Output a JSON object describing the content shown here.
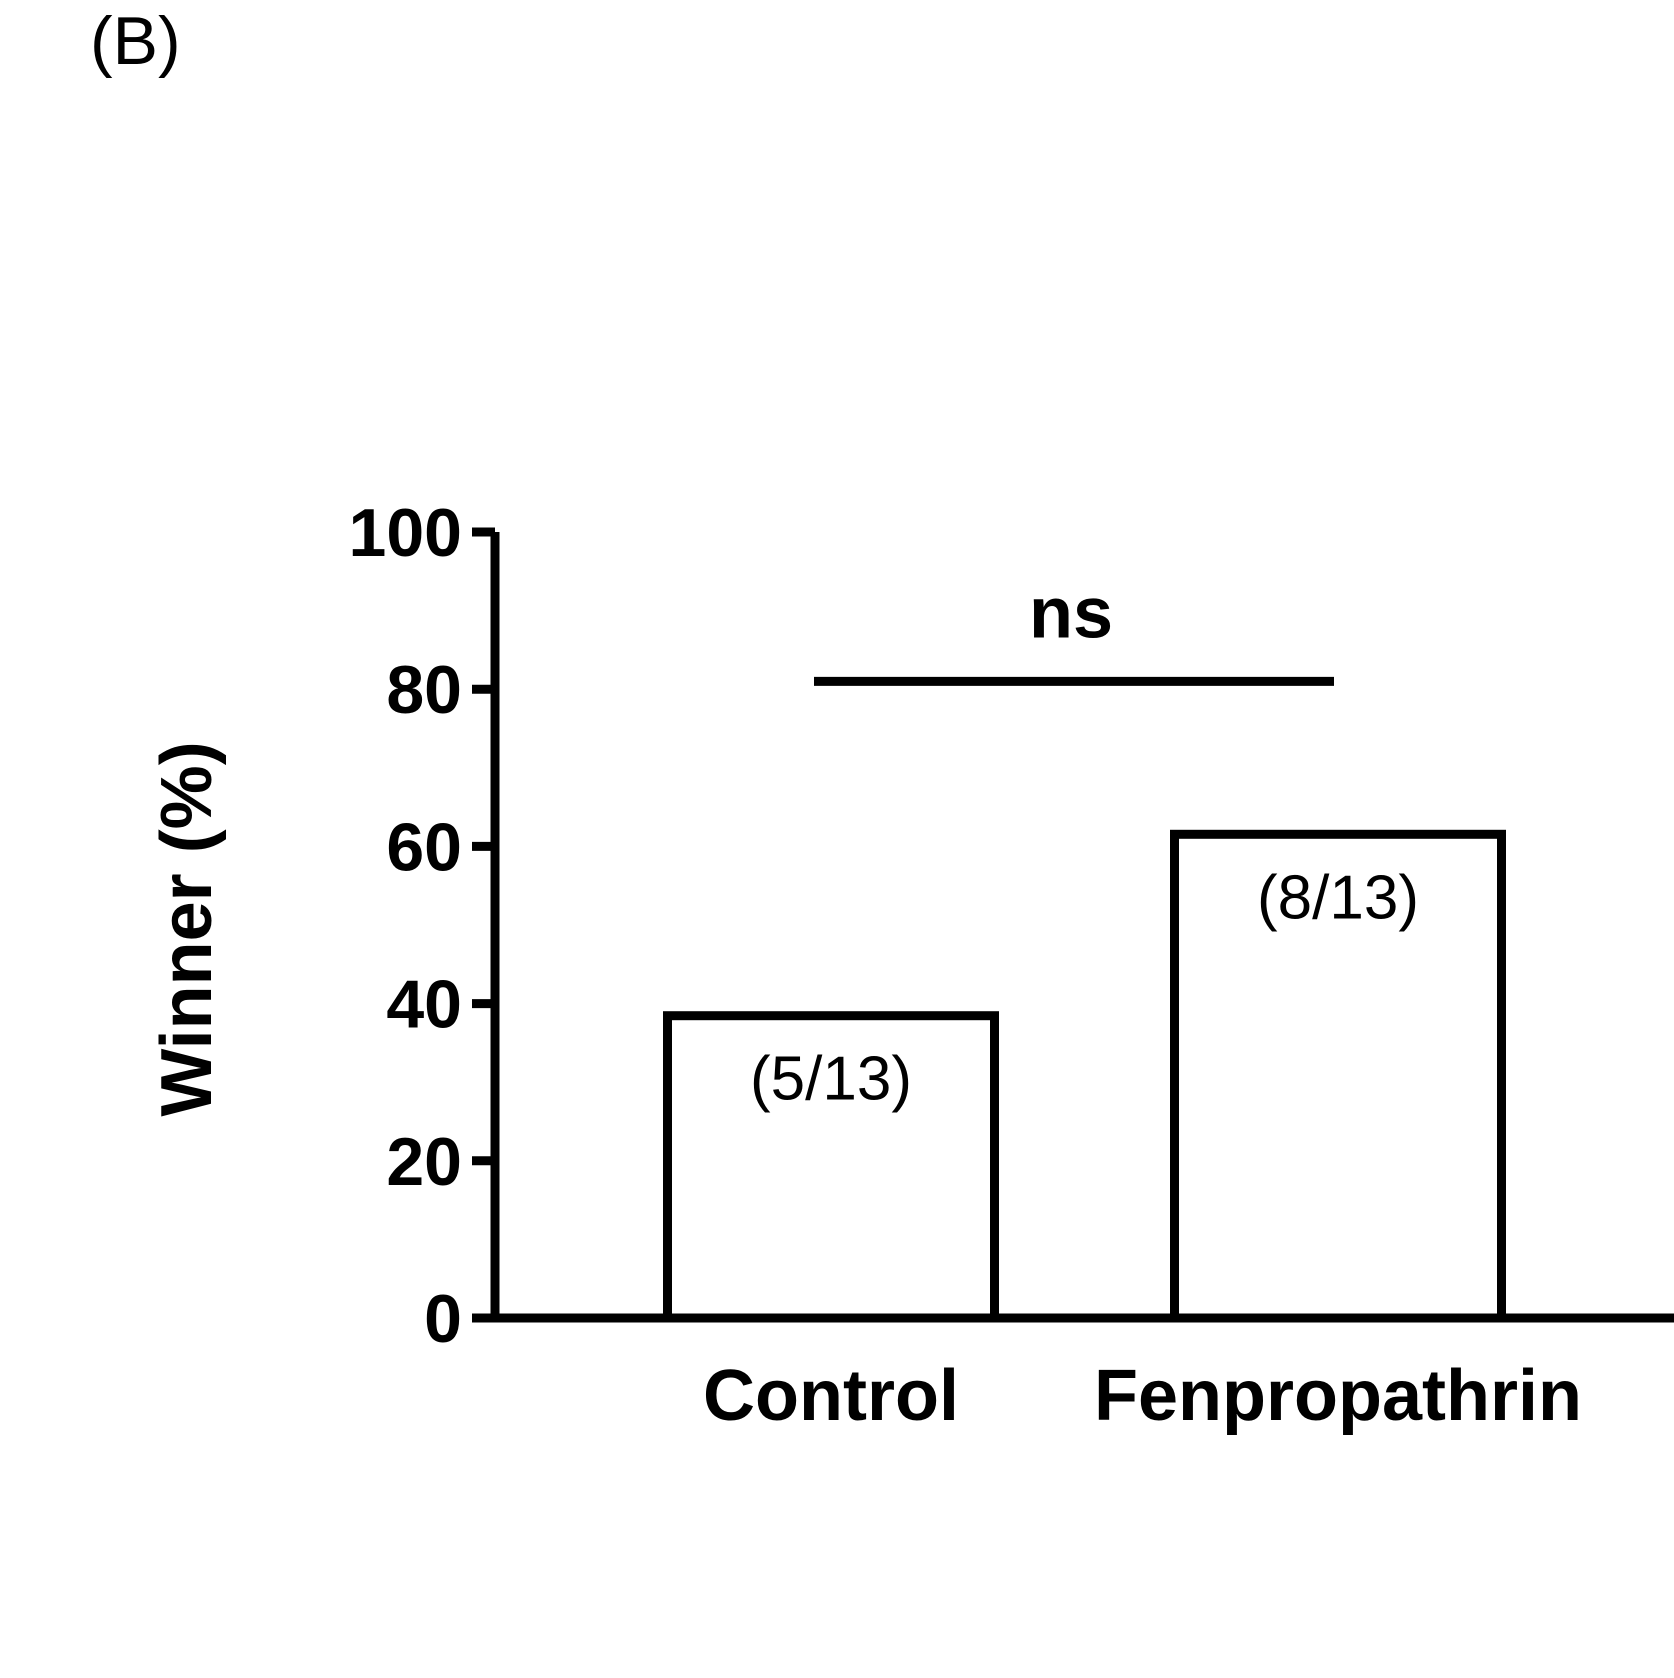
{
  "panel_label": "(B)",
  "chart_data": {
    "type": "bar",
    "categories": [
      "Control",
      "Fenpropathrin"
    ],
    "values": [
      38.46,
      61.54
    ],
    "bar_labels": [
      "(5/13)",
      "(8/13)"
    ],
    "ylabel": "Winner (%)",
    "xlabel": "",
    "ylim": [
      0,
      100
    ],
    "yticks": [
      0,
      20,
      40,
      60,
      80,
      100
    ],
    "bar_fill": "#ffffff",
    "bar_stroke": "#000000",
    "grid": false,
    "legend": "none",
    "significance": {
      "label": "ns",
      "between": [
        "Control",
        "Fenpropathrin"
      ],
      "line_y": 81
    }
  }
}
